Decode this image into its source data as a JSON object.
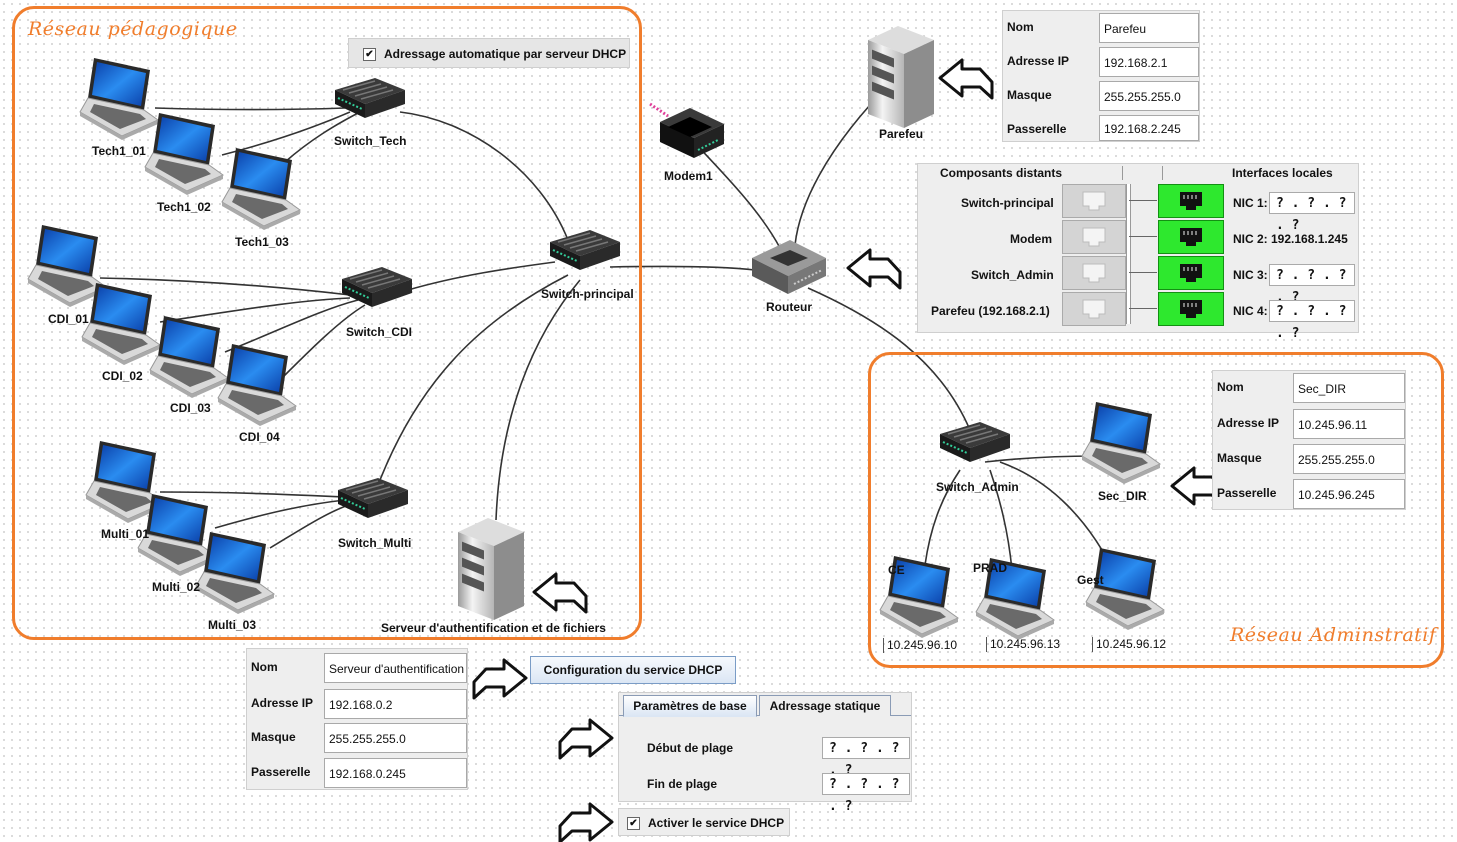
{
  "zones": {
    "pedagogique": {
      "title": "Réseau pédagogique",
      "dhcp_checkbox": "Adressage automatique par serveur DHCP",
      "checked_mark": "✔"
    },
    "administratif": {
      "title": "Réseau Adminstratif"
    }
  },
  "devices": {
    "tech1_01": "Tech1_01",
    "tech1_02": "Tech1_02",
    "tech1_03": "Tech1_03",
    "switch_tech": "Switch_Tech",
    "cdi_01": "CDI_01",
    "cdi_02": "CDI_02",
    "cdi_03": "CDI_03",
    "cdi_04": "CDI_04",
    "switch_cdi": "Switch_CDI",
    "multi_01": "Multi_01",
    "multi_02": "Multi_02",
    "multi_03": "Multi_03",
    "switch_multi": "Switch_Multi",
    "switch_principal": "Switch-principal",
    "serveur": "Serveur d'authentification et de fichiers",
    "modem": "Modem1",
    "routeur": "Routeur",
    "parefeu": "Parefeu",
    "switch_admin": "Switch_Admin",
    "sec_dir": "Sec_DIR",
    "ce": "CE",
    "prad": "PRAD",
    "gest": "Gest"
  },
  "admin_ips": {
    "ce": "10.245.96.10",
    "prad": "10.245.96.13",
    "gest": "10.245.96.12"
  },
  "parefeu_panel": {
    "rows": [
      {
        "key": "Nom",
        "value": "Parefeu"
      },
      {
        "key": "Adresse IP",
        "value": "192.168.2.1"
      },
      {
        "key": "Masque",
        "value": "255.255.255.0"
      },
      {
        "key": "Passerelle",
        "value": "192.168.2.245"
      }
    ]
  },
  "router_panel": {
    "header_left": "Composants distants",
    "header_right": "Interfaces locales",
    "rows": [
      {
        "remote": "Switch-principal",
        "nic": "NIC 1:",
        "ip": "? . ? . ? . ?"
      },
      {
        "remote": "Modem",
        "nic": "NIC 2: 192.168.1.245",
        "ip": ""
      },
      {
        "remote": "Switch_Admin",
        "nic": "NIC 3:",
        "ip": "? . ? . ? . ?"
      },
      {
        "remote": "Parefeu (192.168.2.1)",
        "nic": "NIC 4:",
        "ip": "? . ? . ? . ?"
      }
    ]
  },
  "secdir_panel": {
    "rows": [
      {
        "key": "Nom",
        "value": "Sec_DIR"
      },
      {
        "key": "Adresse IP",
        "value": "10.245.96.11"
      },
      {
        "key": "Masque",
        "value": "255.255.255.0"
      },
      {
        "key": "Passerelle",
        "value": "10.245.96.245"
      }
    ]
  },
  "server_panel": {
    "rows": [
      {
        "key": "Nom",
        "value": "Serveur d'authentification"
      },
      {
        "key": "Adresse IP",
        "value": "192.168.0.2"
      },
      {
        "key": "Masque",
        "value": "255.255.255.0"
      },
      {
        "key": "Passerelle",
        "value": "192.168.0.245"
      }
    ]
  },
  "dhcp_config": {
    "button": "Configuration du service DHCP",
    "tab_basic": "Paramètres de base",
    "tab_static": "Adressage statique",
    "start_label": "Début de plage",
    "start_value": "? . ? . ? . ?",
    "end_label": "Fin de plage",
    "end_value": "? . ? . ? . ?",
    "activate": "Activer le service DHCP",
    "checked_mark": "✔"
  },
  "colors": {
    "zone_border": "#f07d2c",
    "nic_active": "#2ee82e",
    "screen": "#1f6fe0"
  }
}
